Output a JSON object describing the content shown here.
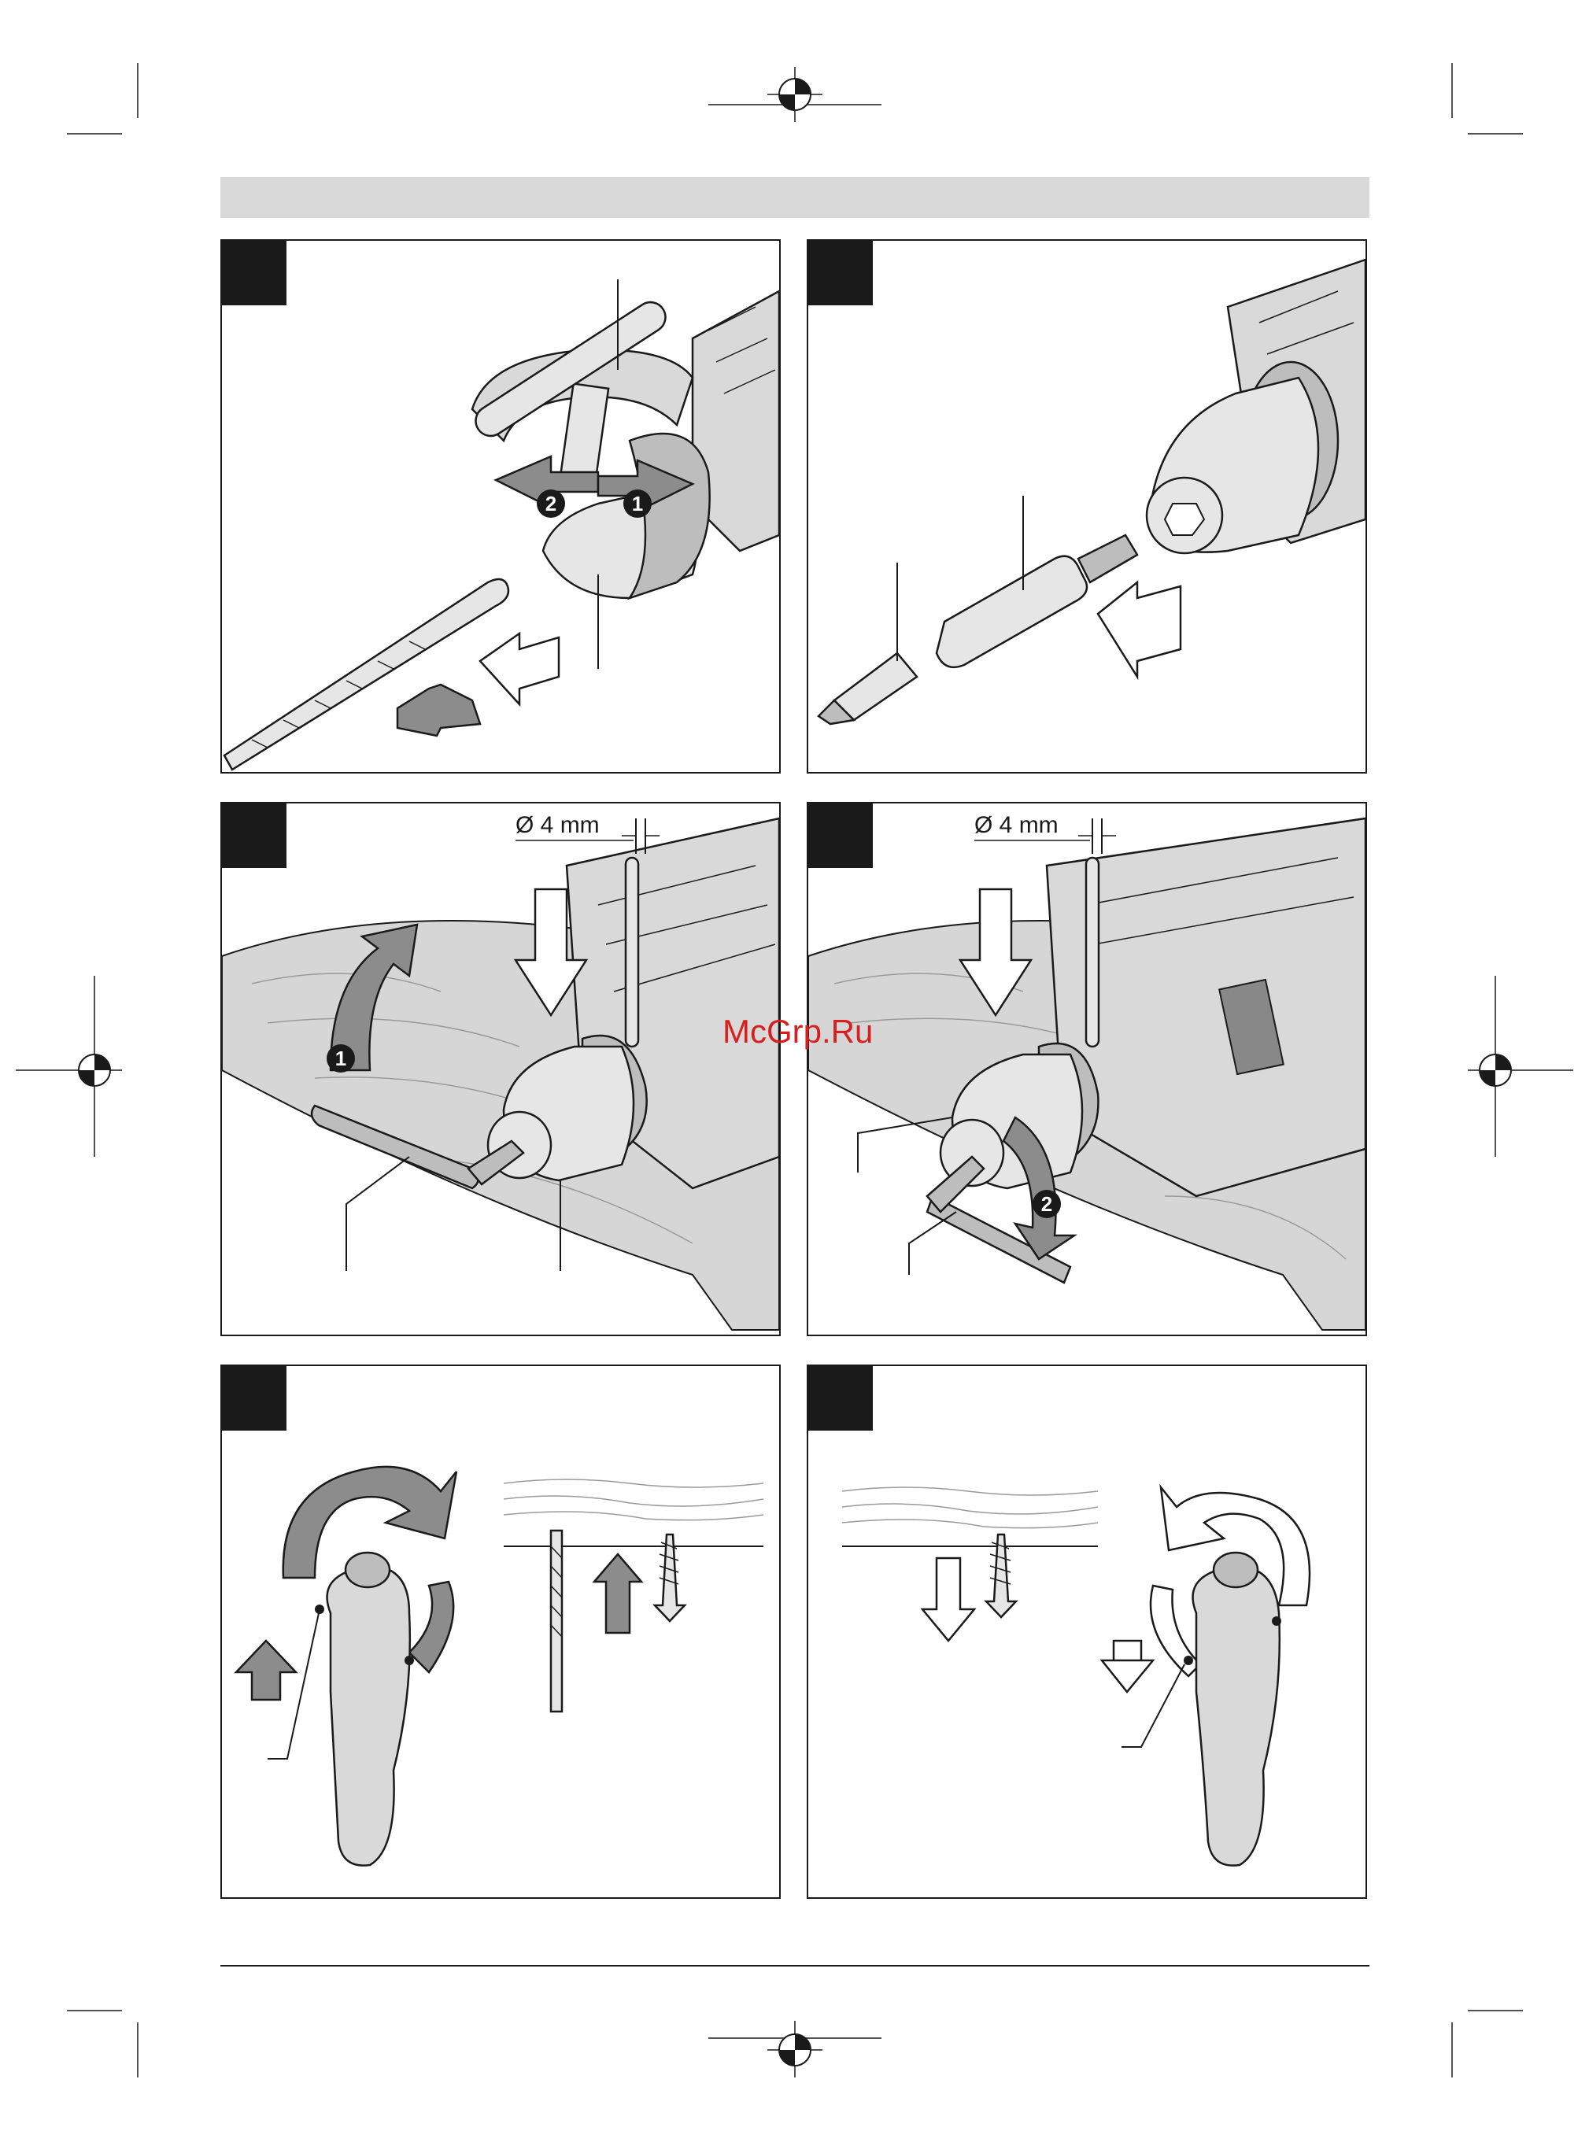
{
  "dimension_label": "Ø 4 mm",
  "steps": {
    "one": "1",
    "two": "2"
  },
  "watermark": "McGrp.Ru"
}
